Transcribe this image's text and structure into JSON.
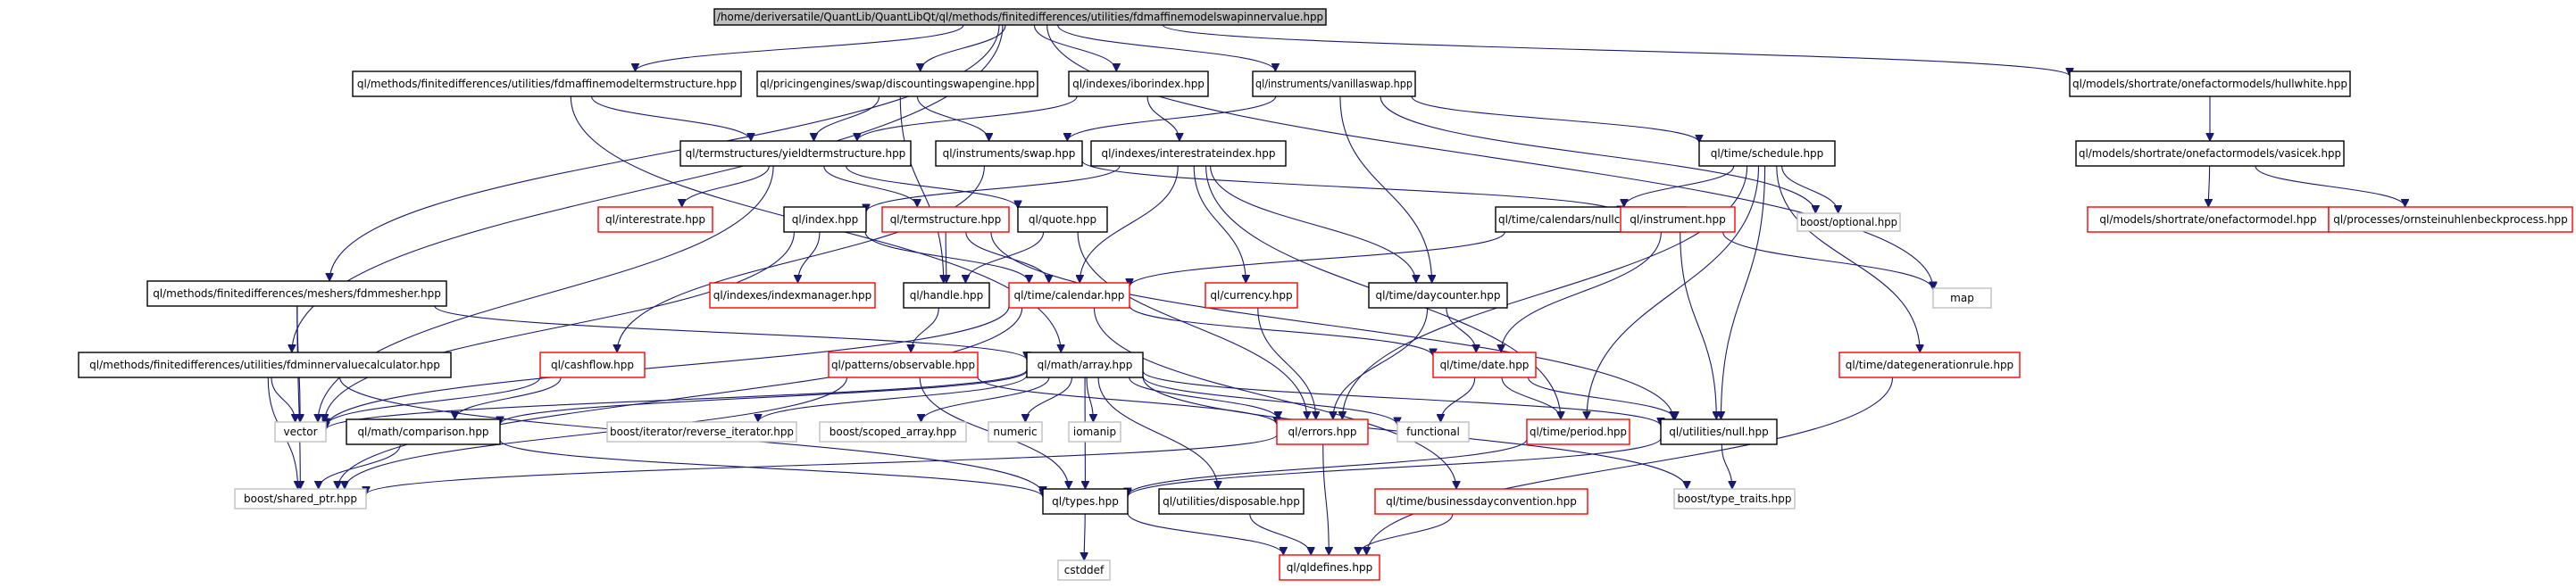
{
  "diagram": {
    "nodes": [
      {
        "id": "root",
        "label": "/home/deriversatile/QuantLib/QuantLibQt/ql/methods/finitedifferences/utilities/fdmaffinemodelswapinnervalue.hpp",
        "style": "root"
      },
      {
        "id": "fdmaffts",
        "label": "ql/methods/finitedifferences/utilities/fdmaffinemodeltermstructure.hpp",
        "style": "black"
      },
      {
        "id": "discswap",
        "label": "ql/pricingengines/swap/discountingswapengine.hpp",
        "style": "black"
      },
      {
        "id": "iborindex",
        "label": "ql/indexes/iborindex.hpp",
        "style": "black"
      },
      {
        "id": "vanillaswap",
        "label": "ql/instruments/vanillaswap.hpp",
        "style": "black"
      },
      {
        "id": "hullwhite",
        "label": "ql/models/shortrate/onefactormodels/hullwhite.hpp",
        "style": "black"
      },
      {
        "id": "yieldts",
        "label": "ql/termstructures/yieldtermstructure.hpp",
        "style": "black"
      },
      {
        "id": "swap",
        "label": "ql/instruments/swap.hpp",
        "style": "black"
      },
      {
        "id": "irindex",
        "label": "ql/indexes/interestrateindex.hpp",
        "style": "black"
      },
      {
        "id": "schedule",
        "label": "ql/time/schedule.hpp",
        "style": "black"
      },
      {
        "id": "vasicek",
        "label": "ql/models/shortrate/onefactormodels/vasicek.hpp",
        "style": "black"
      },
      {
        "id": "interestrate",
        "label": "ql/interestrate.hpp",
        "style": "red"
      },
      {
        "id": "index",
        "label": "ql/index.hpp",
        "style": "black"
      },
      {
        "id": "termstructure",
        "label": "ql/termstructure.hpp",
        "style": "red"
      },
      {
        "id": "quote",
        "label": "ql/quote.hpp",
        "style": "black"
      },
      {
        "id": "nullcal",
        "label": "ql/time/calendars/nullcalendar.hpp",
        "style": "black"
      },
      {
        "id": "instrument",
        "label": "ql/instrument.hpp",
        "style": "red"
      },
      {
        "id": "optional",
        "label": "boost/optional.hpp",
        "style": "gray"
      },
      {
        "id": "onefactor",
        "label": "ql/models/shortrate/onefactormodel.hpp",
        "style": "red"
      },
      {
        "id": "ornstein",
        "label": "ql/processes/ornsteinuhlenbeckprocess.hpp",
        "style": "red"
      },
      {
        "id": "fdmmesher",
        "label": "ql/methods/finitedifferences/meshers/fdmmesher.hpp",
        "style": "black"
      },
      {
        "id": "indexmanager",
        "label": "ql/indexes/indexmanager.hpp",
        "style": "red"
      },
      {
        "id": "handle",
        "label": "ql/handle.hpp",
        "style": "black"
      },
      {
        "id": "calendar",
        "label": "ql/time/calendar.hpp",
        "style": "red"
      },
      {
        "id": "currency",
        "label": "ql/currency.hpp",
        "style": "red"
      },
      {
        "id": "daycounter",
        "label": "ql/time/daycounter.hpp",
        "style": "black"
      },
      {
        "id": "map",
        "label": "map",
        "style": "gray"
      },
      {
        "id": "innercalc",
        "label": "ql/methods/finitedifferences/utilities/fdminnervaluecalculator.hpp",
        "style": "black"
      },
      {
        "id": "cashflow",
        "label": "ql/cashflow.hpp",
        "style": "red"
      },
      {
        "id": "observable",
        "label": "ql/patterns/observable.hpp",
        "style": "red"
      },
      {
        "id": "array",
        "label": "ql/math/array.hpp",
        "style": "black"
      },
      {
        "id": "date",
        "label": "ql/time/date.hpp",
        "style": "red"
      },
      {
        "id": "dategenrule",
        "label": "ql/time/dategenerationrule.hpp",
        "style": "red"
      },
      {
        "id": "vector",
        "label": "vector",
        "style": "gray"
      },
      {
        "id": "comparison",
        "label": "ql/math/comparison.hpp",
        "style": "black"
      },
      {
        "id": "revit",
        "label": "boost/iterator/reverse_iterator.hpp",
        "style": "gray"
      },
      {
        "id": "scoped",
        "label": "boost/scoped_array.hpp",
        "style": "gray"
      },
      {
        "id": "numeric",
        "label": "numeric",
        "style": "gray"
      },
      {
        "id": "iomanip",
        "label": "iomanip",
        "style": "gray"
      },
      {
        "id": "errors",
        "label": "ql/errors.hpp",
        "style": "red"
      },
      {
        "id": "functional",
        "label": "functional",
        "style": "gray"
      },
      {
        "id": "period",
        "label": "ql/time/period.hpp",
        "style": "red"
      },
      {
        "id": "null",
        "label": "ql/utilities/null.hpp",
        "style": "black"
      },
      {
        "id": "shared",
        "label": "boost/shared_ptr.hpp",
        "style": "gray"
      },
      {
        "id": "types",
        "label": "ql/types.hpp",
        "style": "black"
      },
      {
        "id": "disposable",
        "label": "ql/utilities/disposable.hpp",
        "style": "black"
      },
      {
        "id": "bdconv",
        "label": "ql/time/businessdayconvention.hpp",
        "style": "red"
      },
      {
        "id": "typetraits",
        "label": "boost/type_traits.hpp",
        "style": "gray"
      },
      {
        "id": "cstddef",
        "label": "cstddef",
        "style": "gray"
      },
      {
        "id": "qldefines",
        "label": "ql/qldefines.hpp",
        "style": "red"
      }
    ],
    "colors": {
      "edge": "#191970",
      "root_fill": "#bfbfbf",
      "black_border": "#000000",
      "red_border": "#ff0000",
      "gray_border": "#bfbfbf"
    }
  }
}
